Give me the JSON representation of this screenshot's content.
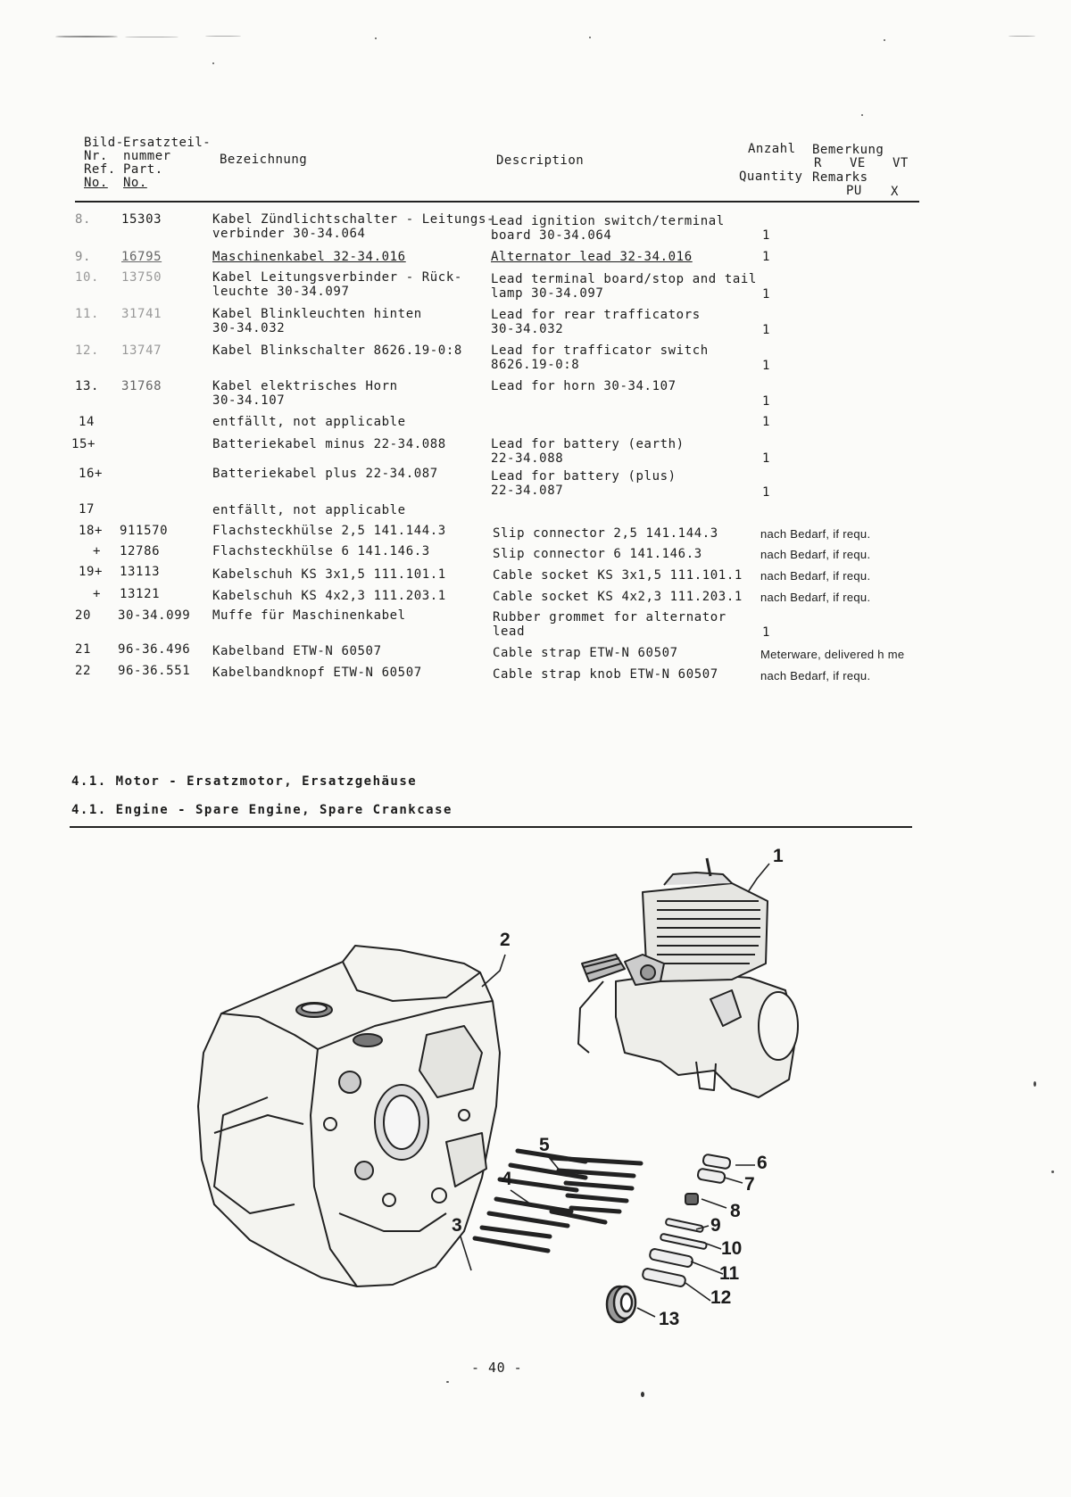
{
  "header": {
    "ref_lines": [
      "Bild-",
      "Nr.",
      "Ref.",
      "No."
    ],
    "part_lines": [
      "Ersatzteil-",
      "nummer",
      "Part.",
      "No."
    ],
    "bezeichnung": "Bezeichnung",
    "description": "Description",
    "anzahl": "Anzahl",
    "quantity": "Quantity",
    "bemerkung": "Bemerkung",
    "remarks": "Remarks",
    "col_r": "R",
    "col_ve": "VE",
    "col_vt": "VT",
    "col_pu": "PU",
    "col_x": "X"
  },
  "rows": [
    {
      "ref": "8.",
      "part": "15303",
      "de": "Kabel Zündlichtschalter - Leitungs-\nverbinder 30-34.064",
      "en": "Lead ignition switch/terminal\nboard 30-34.064",
      "qty": "1",
      "remark": ""
    },
    {
      "ref": "9.",
      "part": "16795",
      "de": "Maschinenkabel 32-34.016",
      "en": "Alternator lead 32-34.016",
      "qty": "1",
      "remark": ""
    },
    {
      "ref": "10.",
      "part": "13750",
      "de": "Kabel Leitungsverbinder - Rück-\nleuchte 30-34.097",
      "en": "Lead terminal board/stop and tail\nlamp 30-34.097",
      "qty": "1",
      "remark": ""
    },
    {
      "ref": "11.",
      "part": "31741",
      "de": "Kabel Blinkleuchten hinten\n30-34.032",
      "en": "Lead for rear trafficators\n30-34.032",
      "qty": "1",
      "remark": ""
    },
    {
      "ref": "12.",
      "part": "13747",
      "de": "Kabel Blinkschalter 8626.19-0:8",
      "en": "Lead for trafficator switch\n8626.19-0:8",
      "qty": "1",
      "remark": ""
    },
    {
      "ref": "13.",
      "part": "31768",
      "de": "Kabel elektrisches Horn\n30-34.107",
      "en": "Lead for horn 30-34.107",
      "qty": "1",
      "remark": ""
    },
    {
      "ref": "14",
      "part": "",
      "de": "entfällt, not applicable",
      "en": "",
      "qty": "1",
      "remark": ""
    },
    {
      "ref": "15+",
      "part": "",
      "de": "Batteriekabel minus 22-34.088",
      "en": "Lead for battery (earth)\n22-34.088",
      "qty": "1",
      "remark": ""
    },
    {
      "ref": "16+",
      "part": "",
      "de": "Batteriekabel plus 22-34.087",
      "en": "Lead for battery (plus)\n22-34.087",
      "qty": "1",
      "remark": ""
    },
    {
      "ref": "17",
      "part": "",
      "de": "entfällt, not applicable",
      "en": "",
      "qty": "",
      "remark": ""
    },
    {
      "ref": "18+",
      "part": "911570",
      "de": "Flachsteckhülse 2,5 141.144.3",
      "en": "Slip connector 2,5 141.144.3",
      "qty": "",
      "remark": "nach Bedarf, if requ."
    },
    {
      "ref": "+",
      "part": "12786",
      "de": "Flachsteckhülse 6 141.146.3",
      "en": "Slip connector 6 141.146.3",
      "qty": "",
      "remark": "nach Bedarf, if requ."
    },
    {
      "ref": "19+",
      "part": "13113",
      "de": "Kabelschuh KS 3x1,5 111.101.1",
      "en": "Cable socket KS 3x1,5 111.101.1",
      "qty": "",
      "remark": "nach Bedarf, if requ."
    },
    {
      "ref": "+",
      "part": "13121",
      "de": "Kabelschuh KS 4x2,3 111.203.1",
      "en": "Cable socket KS 4x2,3 111.203.1",
      "qty": "",
      "remark": "nach Bedarf, if requ."
    },
    {
      "ref": "20",
      "part": "30-34.099",
      "de": "Muffe für Maschinenkabel",
      "en": "Rubber grommet for alternator\nlead",
      "qty": "1",
      "remark": ""
    },
    {
      "ref": "21",
      "part": "96-36.496",
      "de": "Kabelband ETW-N 60507",
      "en": "Cable strap ETW-N 60507",
      "qty": "",
      "remark": "Meterware, delivered h me"
    },
    {
      "ref": "22",
      "part": "96-36.551",
      "de": "Kabelbandknopf ETW-N 60507",
      "en": "Cable strap knob ETW-N 60507",
      "qty": "",
      "remark": "nach Bedarf, if requ."
    }
  ],
  "section": {
    "title_de": "4.1. Motor - Ersatzmotor, Ersatzgehäuse",
    "title_en": "4.1. Engine - Spare Engine, Spare Crankcase"
  },
  "callouts": [
    "1",
    "2",
    "3",
    "4",
    "5",
    "6",
    "7",
    "8",
    "9",
    "10",
    "11",
    "12",
    "13"
  ],
  "page_number": "- 40 -"
}
